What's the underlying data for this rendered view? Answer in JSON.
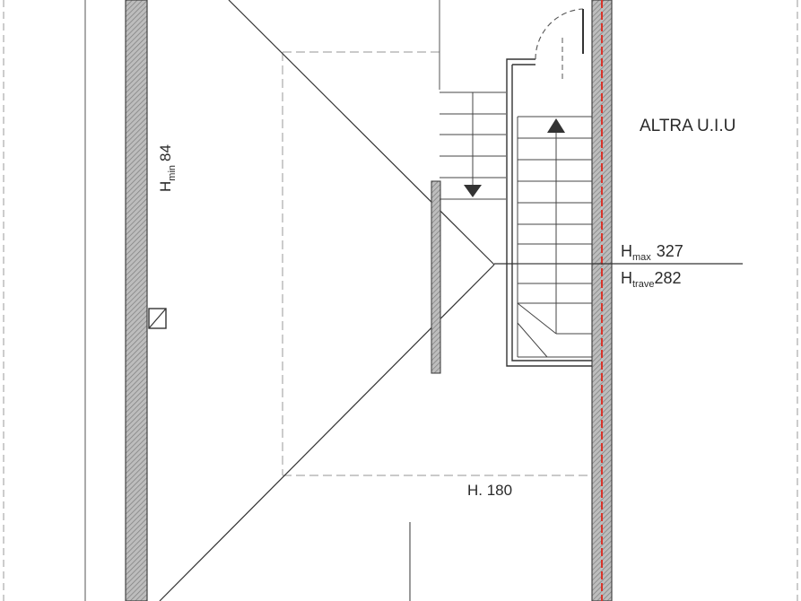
{
  "plan": {
    "other_unit_label": "ALTRA U.I.U",
    "h_min": {
      "prefix": "H",
      "sub": "min",
      "value": "84"
    },
    "h_max": {
      "prefix": "H",
      "sub": "max",
      "value": "327"
    },
    "h_trave": {
      "prefix": "H",
      "sub": "trave",
      "value": "282"
    },
    "h_180": "H. 180"
  },
  "colors": {
    "wall_hatch": "#9a9a9a",
    "line": "#333333",
    "property_boundary": "#d9342b",
    "dashed": "#aaaaaa"
  }
}
